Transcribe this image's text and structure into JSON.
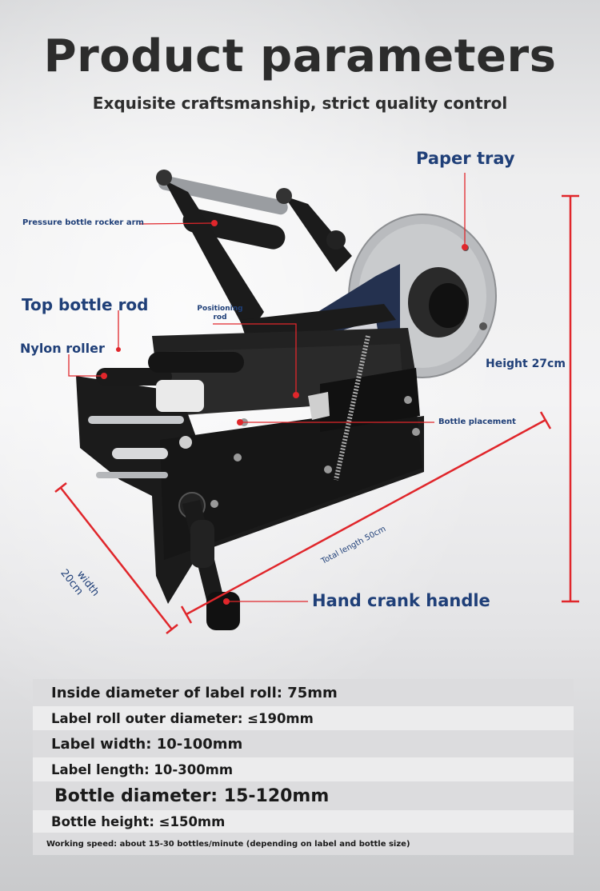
{
  "header": {
    "title": "Product parameters",
    "subtitle": "Exquisite craftsmanship, strict quality control"
  },
  "callouts": {
    "paper_tray": "Paper tray",
    "pressure_rocker_arm": "Pressure bottle rocker arm",
    "top_bottle_rod": "Top bottle rod",
    "positioning_rod_line1": "Positioning",
    "positioning_rod_line2": "rod",
    "nylon_roller": "Nylon roller",
    "height": "Height 27cm",
    "bottle_placement": "Bottle placement",
    "total_length": "Total length 50cm",
    "width_line1": "width",
    "width_line2": "20cm",
    "hand_crank": "Hand crank handle"
  },
  "colors": {
    "callout_text": "#1f3f78",
    "leader_line": "#e0262b",
    "machine_body": "#1b1b1b",
    "title_text": "#2c2c2c"
  },
  "specs": [
    {
      "bullet": "",
      "text": "Inside diameter of label roll: 75mm"
    },
    {
      "bullet": "",
      "text": "Label roll outer diameter: ≤190mm"
    },
    {
      "bullet": "",
      "text": "Label width: 10-100mm"
    },
    {
      "bullet": "",
      "text": "Label length: 10-300mm"
    },
    {
      "bullet": "",
      "text": "Bottle diameter: 15-120mm"
    },
    {
      "bullet": "",
      "text": "Bottle height: ≤150mm"
    },
    {
      "bullet": "",
      "text": "Working speed: about 15-30 bottles/minute (depending on label and bottle size)"
    }
  ]
}
